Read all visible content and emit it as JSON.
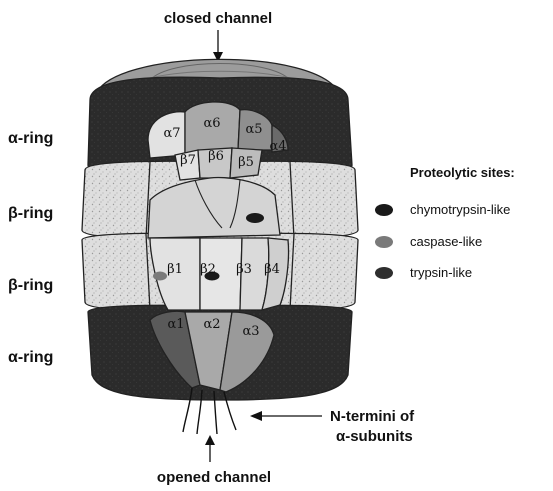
{
  "labels": {
    "top_channel": "closed channel",
    "bottom_channel": "opened channel",
    "n_termini_line1": "N-termini of",
    "n_termini_line2": "α-subunits",
    "rings": [
      "α-ring",
      "β-ring",
      "β-ring",
      "α-ring"
    ]
  },
  "subunits": {
    "alpha_top": [
      "α7",
      "α6",
      "α5",
      "α4"
    ],
    "beta_top": [
      "β7",
      "β6",
      "β5"
    ],
    "beta_bottom": [
      "β1",
      "β2",
      "β3",
      "β4"
    ],
    "alpha_bottom": [
      "α1",
      "α2",
      "α3"
    ]
  },
  "legend": {
    "title": "Proteolytic sites:",
    "items": [
      {
        "label": "chymotrypsin-like",
        "color": "#1a1a1a"
      },
      {
        "label": "caspase-like",
        "color": "#7a7a7a"
      },
      {
        "label": "trypsin-like",
        "color": "#2e2e2e"
      }
    ]
  },
  "colors": {
    "dark_ring": "#2b2b2b",
    "speckled_ring": "#dcdcdc",
    "subunit_light": "#e2e2e2",
    "subunit_mid": "#a9a9a9",
    "subunit_dark": "#5a5a5a"
  }
}
